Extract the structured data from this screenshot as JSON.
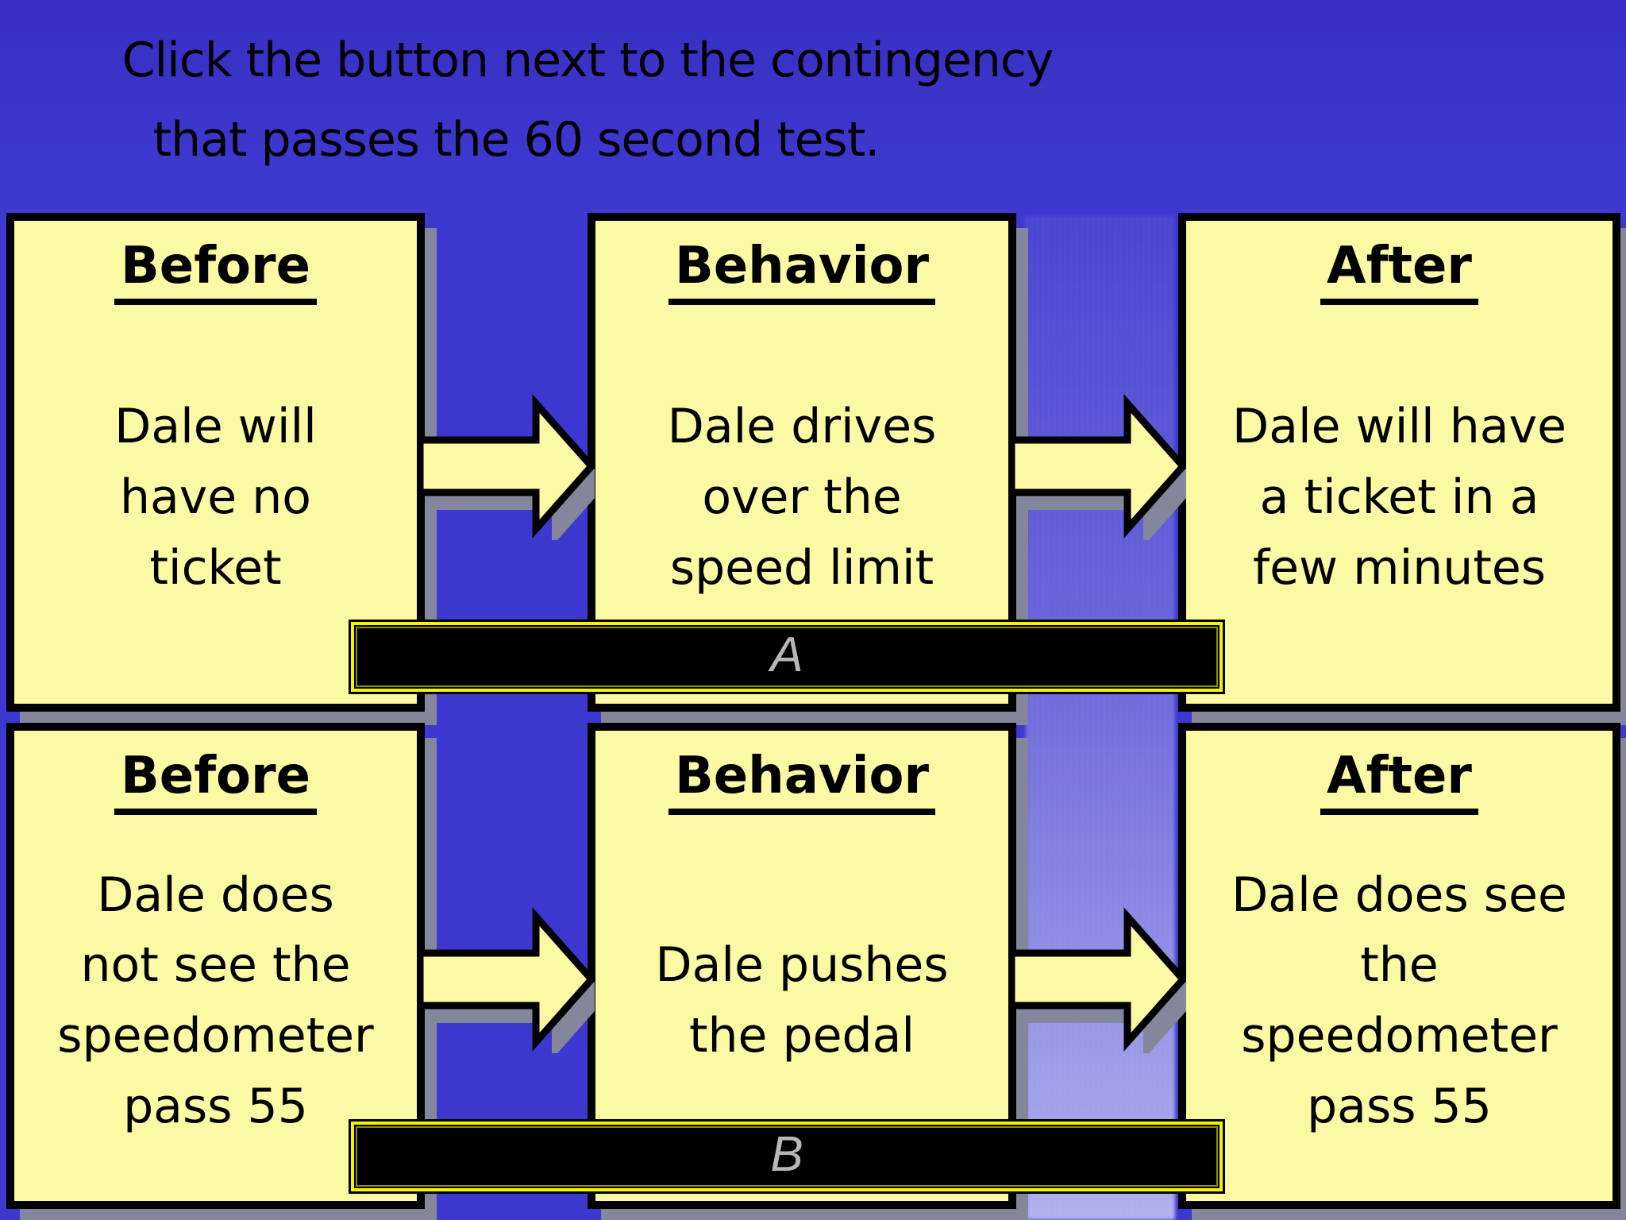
{
  "title": {
    "line1": "Click the button next to the contingency",
    "line2": "that passes the 60 second test."
  },
  "colors": {
    "background_blue": "#3d38cf",
    "box_fill_yellow": "#fbf9a3",
    "box_border": "#000000",
    "shadow_gray": "#84869c",
    "button_fill": "#000000",
    "button_border_yellow": "#f4f400",
    "button_letter_gray": "#b7b7b7",
    "text_black": "#000000"
  },
  "rows": [
    {
      "name": "contingency-a",
      "boxes": [
        {
          "heading": "Before",
          "body": "Dale will\nhave no\nticket"
        },
        {
          "heading": "Behavior",
          "body": "Dale drives\nover the\nspeed limit"
        },
        {
          "heading": "After",
          "body": "Dale will have\na ticket in a\nfew minutes"
        }
      ],
      "button": {
        "label": "A"
      }
    },
    {
      "name": "contingency-b",
      "boxes": [
        {
          "heading": "Before",
          "body": "Dale does\nnot see the\nspeedometer\npass 55"
        },
        {
          "heading": "Behavior",
          "body": "Dale pushes\nthe pedal"
        },
        {
          "heading": "After",
          "body": "Dale does see\nthe\nspeedometer\npass 55"
        }
      ],
      "button": {
        "label": "B"
      }
    }
  ]
}
